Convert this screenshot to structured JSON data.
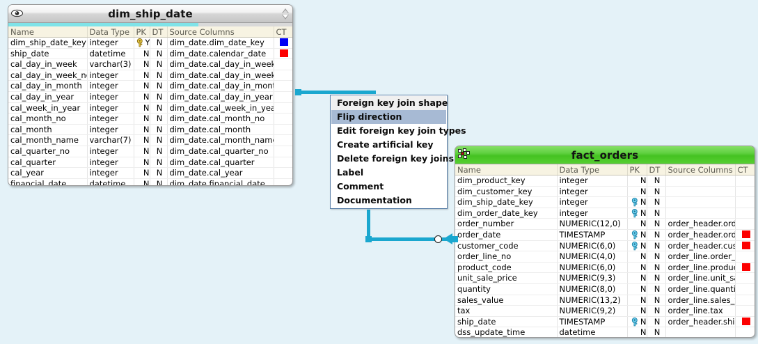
{
  "canvas": {
    "background": "#e4f2f8",
    "accent_line_color": "#1aa7cf"
  },
  "entities": [
    {
      "id": "dim_ship_date",
      "title": "dim_ship_date",
      "title_style": "grey",
      "icon": "eye-icon",
      "accent_fill_pct": 67,
      "scroll_arrows": [
        "scroll-up-arrow",
        "scroll-down-arrow"
      ],
      "columns": [
        "Name",
        "Data Type",
        "PK",
        "DT",
        "Source Columns",
        "CT"
      ],
      "rows": [
        {
          "name": "dim_ship_date_key",
          "type": "integer",
          "key": "gold",
          "pk": "Y",
          "dt": "N",
          "source": "dim_date.dim_date_key",
          "ct": "blue"
        },
        {
          "name": "ship_date",
          "type": "datetime",
          "key": "",
          "pk": "N",
          "dt": "N",
          "source": "dim_date.calendar_date",
          "ct": "red"
        },
        {
          "name": "cal_day_in_week",
          "type": "varchar(3)",
          "key": "",
          "pk": "N",
          "dt": "N",
          "source": "dim_date.cal_day_in_week",
          "ct": ""
        },
        {
          "name": "cal_day_in_week_no",
          "type": "integer",
          "key": "",
          "pk": "N",
          "dt": "N",
          "source": "dim_date.cal_day_in_week_no",
          "ct": ""
        },
        {
          "name": "cal_day_in_month",
          "type": "integer",
          "key": "",
          "pk": "N",
          "dt": "N",
          "source": "dim_date.cal_day_in_month",
          "ct": ""
        },
        {
          "name": "cal_day_in_year",
          "type": "integer",
          "key": "",
          "pk": "N",
          "dt": "N",
          "source": "dim_date.cal_day_in_year",
          "ct": ""
        },
        {
          "name": "cal_week_in_year",
          "type": "integer",
          "key": "",
          "pk": "N",
          "dt": "N",
          "source": "dim_date.cal_week_in_year",
          "ct": ""
        },
        {
          "name": "cal_month_no",
          "type": "integer",
          "key": "",
          "pk": "N",
          "dt": "N",
          "source": "dim_date.cal_month_no",
          "ct": ""
        },
        {
          "name": "cal_month",
          "type": "integer",
          "key": "",
          "pk": "N",
          "dt": "N",
          "source": "dim_date.cal_month",
          "ct": ""
        },
        {
          "name": "cal_month_name",
          "type": "varchar(7)",
          "key": "",
          "pk": "N",
          "dt": "N",
          "source": "dim_date.cal_month_name",
          "ct": ""
        },
        {
          "name": "cal_quarter_no",
          "type": "integer",
          "key": "",
          "pk": "N",
          "dt": "N",
          "source": "dim_date.cal_quarter_no",
          "ct": ""
        },
        {
          "name": "cal_quarter",
          "type": "integer",
          "key": "",
          "pk": "N",
          "dt": "N",
          "source": "dim_date.cal_quarter",
          "ct": ""
        },
        {
          "name": "cal_year",
          "type": "integer",
          "key": "",
          "pk": "N",
          "dt": "N",
          "source": "dim_date.cal_year",
          "ct": ""
        },
        {
          "name": "financial_date",
          "type": "datetime",
          "key": "",
          "pk": "N",
          "dt": "N",
          "source": "dim_date.financial_date",
          "ct": ""
        }
      ]
    },
    {
      "id": "fact_orders",
      "title": "fact_orders",
      "title_style": "green",
      "icon": "star-schema-icon",
      "columns": [
        "Name",
        "Data Type",
        "PK",
        "DT",
        "Source Columns",
        "CT"
      ],
      "rows": [
        {
          "name": "dim_product_key",
          "type": "integer",
          "key": "",
          "pk": "N",
          "dt": "N",
          "source": "",
          "ct": ""
        },
        {
          "name": "dim_customer_key",
          "type": "integer",
          "key": "",
          "pk": "N",
          "dt": "N",
          "source": "",
          "ct": ""
        },
        {
          "name": "dim_ship_date_key",
          "type": "integer",
          "key": "blue",
          "pk": "N",
          "dt": "N",
          "source": "",
          "ct": ""
        },
        {
          "name": "dim_order_date_key",
          "type": "integer",
          "key": "blue",
          "pk": "N",
          "dt": "N",
          "source": "",
          "ct": ""
        },
        {
          "name": "order_number",
          "type": "NUMERIC(12,0)",
          "key": "",
          "pk": "N",
          "dt": "N",
          "source": "order_header.order_number",
          "ct": ""
        },
        {
          "name": "order_date",
          "type": "TIMESTAMP",
          "key": "blue",
          "pk": "N",
          "dt": "N",
          "source": "order_header.order_date",
          "ct": "red"
        },
        {
          "name": "customer_code",
          "type": "NUMERIC(6,0)",
          "key": "blue",
          "pk": "N",
          "dt": "N",
          "source": "order_header.customer_code",
          "ct": "red"
        },
        {
          "name": "order_line_no",
          "type": "NUMERIC(4,0)",
          "key": "",
          "pk": "N",
          "dt": "N",
          "source": "order_line.order_line_no",
          "ct": ""
        },
        {
          "name": "product_code",
          "type": "NUMERIC(6,0)",
          "key": "",
          "pk": "N",
          "dt": "N",
          "source": "order_line.product_code",
          "ct": "red"
        },
        {
          "name": "unit_sale_price",
          "type": "NUMERIC(9,3)",
          "key": "",
          "pk": "N",
          "dt": "N",
          "source": "order_line.unit_sale_price",
          "ct": ""
        },
        {
          "name": "quantity",
          "type": "NUMERIC(8,0)",
          "key": "",
          "pk": "N",
          "dt": "N",
          "source": "order_line.quantity",
          "ct": ""
        },
        {
          "name": "sales_value",
          "type": "NUMERIC(13,2)",
          "key": "",
          "pk": "N",
          "dt": "N",
          "source": "order_line.sales_value",
          "ct": ""
        },
        {
          "name": "tax",
          "type": "NUMERIC(9,2)",
          "key": "",
          "pk": "N",
          "dt": "N",
          "source": "order_line.tax",
          "ct": ""
        },
        {
          "name": "ship_date",
          "type": "TIMESTAMP",
          "key": "blue",
          "pk": "N",
          "dt": "N",
          "source": "order_header.ship_date",
          "ct": "red"
        },
        {
          "name": "dss_update_time",
          "type": "datetime",
          "key": "",
          "pk": "N",
          "dt": "N",
          "source": "",
          "ct": ""
        }
      ]
    }
  ],
  "context_menu": {
    "items": [
      {
        "label": "Foreign key join shape",
        "state": "plain"
      },
      {
        "label": "Flip direction",
        "state": "selected"
      },
      {
        "label": "Edit foreign key join types",
        "state": "normal"
      },
      {
        "label": "Create artificial key",
        "state": "normal"
      },
      {
        "label": "Delete foreign key joins",
        "state": "normal"
      },
      {
        "label": "Label",
        "state": "normal"
      },
      {
        "label": "Comment",
        "state": "normal"
      },
      {
        "label": "Documentation",
        "state": "normal"
      }
    ]
  }
}
